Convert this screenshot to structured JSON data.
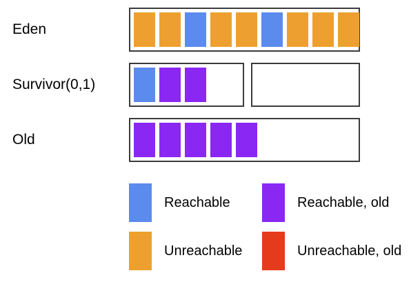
{
  "colors": {
    "reachable": "#5b8bec",
    "unreachable": "#eda02f",
    "reachable_old": "#8b27f3",
    "unreachable_old": "#e63a1c",
    "box_border": "#3b3b3b",
    "background": "#ffffff",
    "text": "#000000"
  },
  "regions": [
    {
      "label": "Eden",
      "segments": [
        {
          "slots": [
            "unreachable",
            "unreachable",
            "reachable",
            "unreachable",
            "unreachable",
            "reachable",
            "unreachable",
            "unreachable",
            "unreachable"
          ]
        }
      ]
    },
    {
      "label": "Survivor(0,1)",
      "segments": [
        {
          "slots": [
            "reachable",
            "reachable-old",
            "reachable-old"
          ]
        },
        {
          "slots": []
        }
      ]
    },
    {
      "label": "Old",
      "segments": [
        {
          "slots": [
            "reachable-old",
            "reachable-old",
            "reachable-old",
            "reachable-old",
            "reachable-old"
          ]
        }
      ]
    }
  ],
  "legend": {
    "entries": [
      {
        "swatch": "reachable",
        "label": "Reachable"
      },
      {
        "swatch": "reachable-old",
        "label": "Reachable, old"
      },
      {
        "swatch": "unreachable",
        "label": "Unreachable"
      },
      {
        "swatch": "unreachable-old",
        "label": "Unreachable, old"
      }
    ]
  }
}
